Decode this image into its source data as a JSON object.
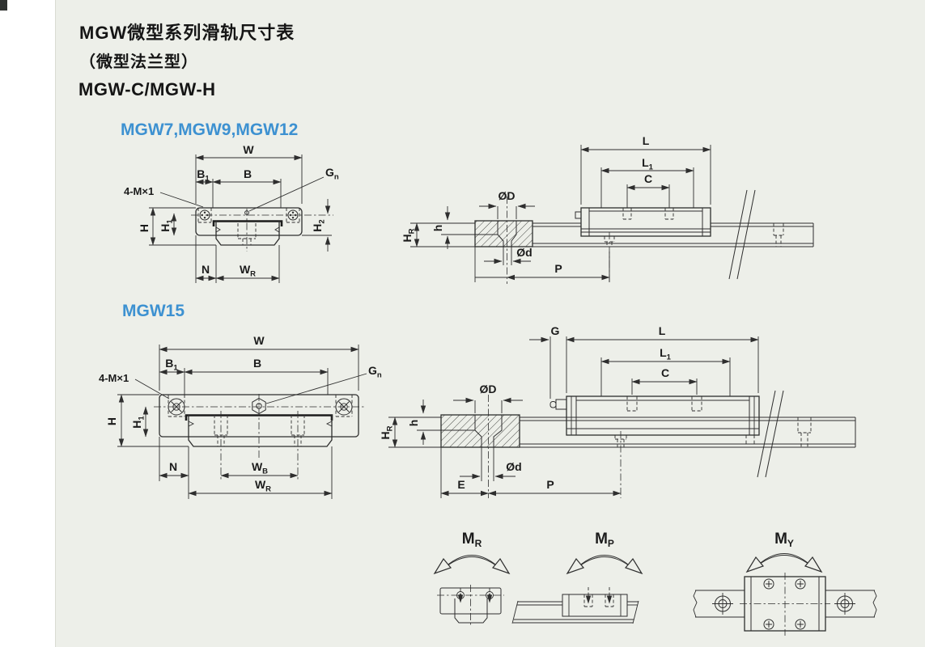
{
  "page": {
    "background": "#edefe9",
    "line_color": "#2e2e2e",
    "accent_blue": "#3d91d1",
    "title_line1": "MGW微型系列滑轨尺寸表",
    "title_line2": "（微型法兰型）",
    "title_line3": "MGW-C/MGW-H",
    "series1_label": "MGW7,MGW9,MGW12",
    "series2_label": "MGW15"
  },
  "dims": {
    "W": {
      "m": "W",
      "s": ""
    },
    "B": {
      "m": "B",
      "s": ""
    },
    "B1": {
      "m": "B",
      "s": "1"
    },
    "Gn": {
      "m": "G",
      "s": "n"
    },
    "M4x1": {
      "m": "4-M×1",
      "s": ""
    },
    "H": {
      "m": "H",
      "s": ""
    },
    "H1": {
      "m": "H",
      "s": "1"
    },
    "H2": {
      "m": "H",
      "s": "2"
    },
    "N": {
      "m": "N",
      "s": ""
    },
    "WR": {
      "m": "W",
      "s": "R"
    },
    "WB": {
      "m": "W",
      "s": "B"
    },
    "L": {
      "m": "L",
      "s": ""
    },
    "L1": {
      "m": "L",
      "s": "1"
    },
    "C": {
      "m": "C",
      "s": ""
    },
    "OD": {
      "m": "ØD",
      "s": ""
    },
    "Od": {
      "m": "Ød",
      "s": ""
    },
    "HR": {
      "m": "H",
      "s": "R"
    },
    "h": {
      "m": "h",
      "s": ""
    },
    "P": {
      "m": "P",
      "s": ""
    },
    "G": {
      "m": "G",
      "s": ""
    },
    "E": {
      "m": "E",
      "s": ""
    }
  },
  "moments": {
    "MR": {
      "m": "M",
      "s": "R"
    },
    "MP": {
      "m": "M",
      "s": "P"
    },
    "MY": {
      "m": "M",
      "s": "Y"
    }
  }
}
